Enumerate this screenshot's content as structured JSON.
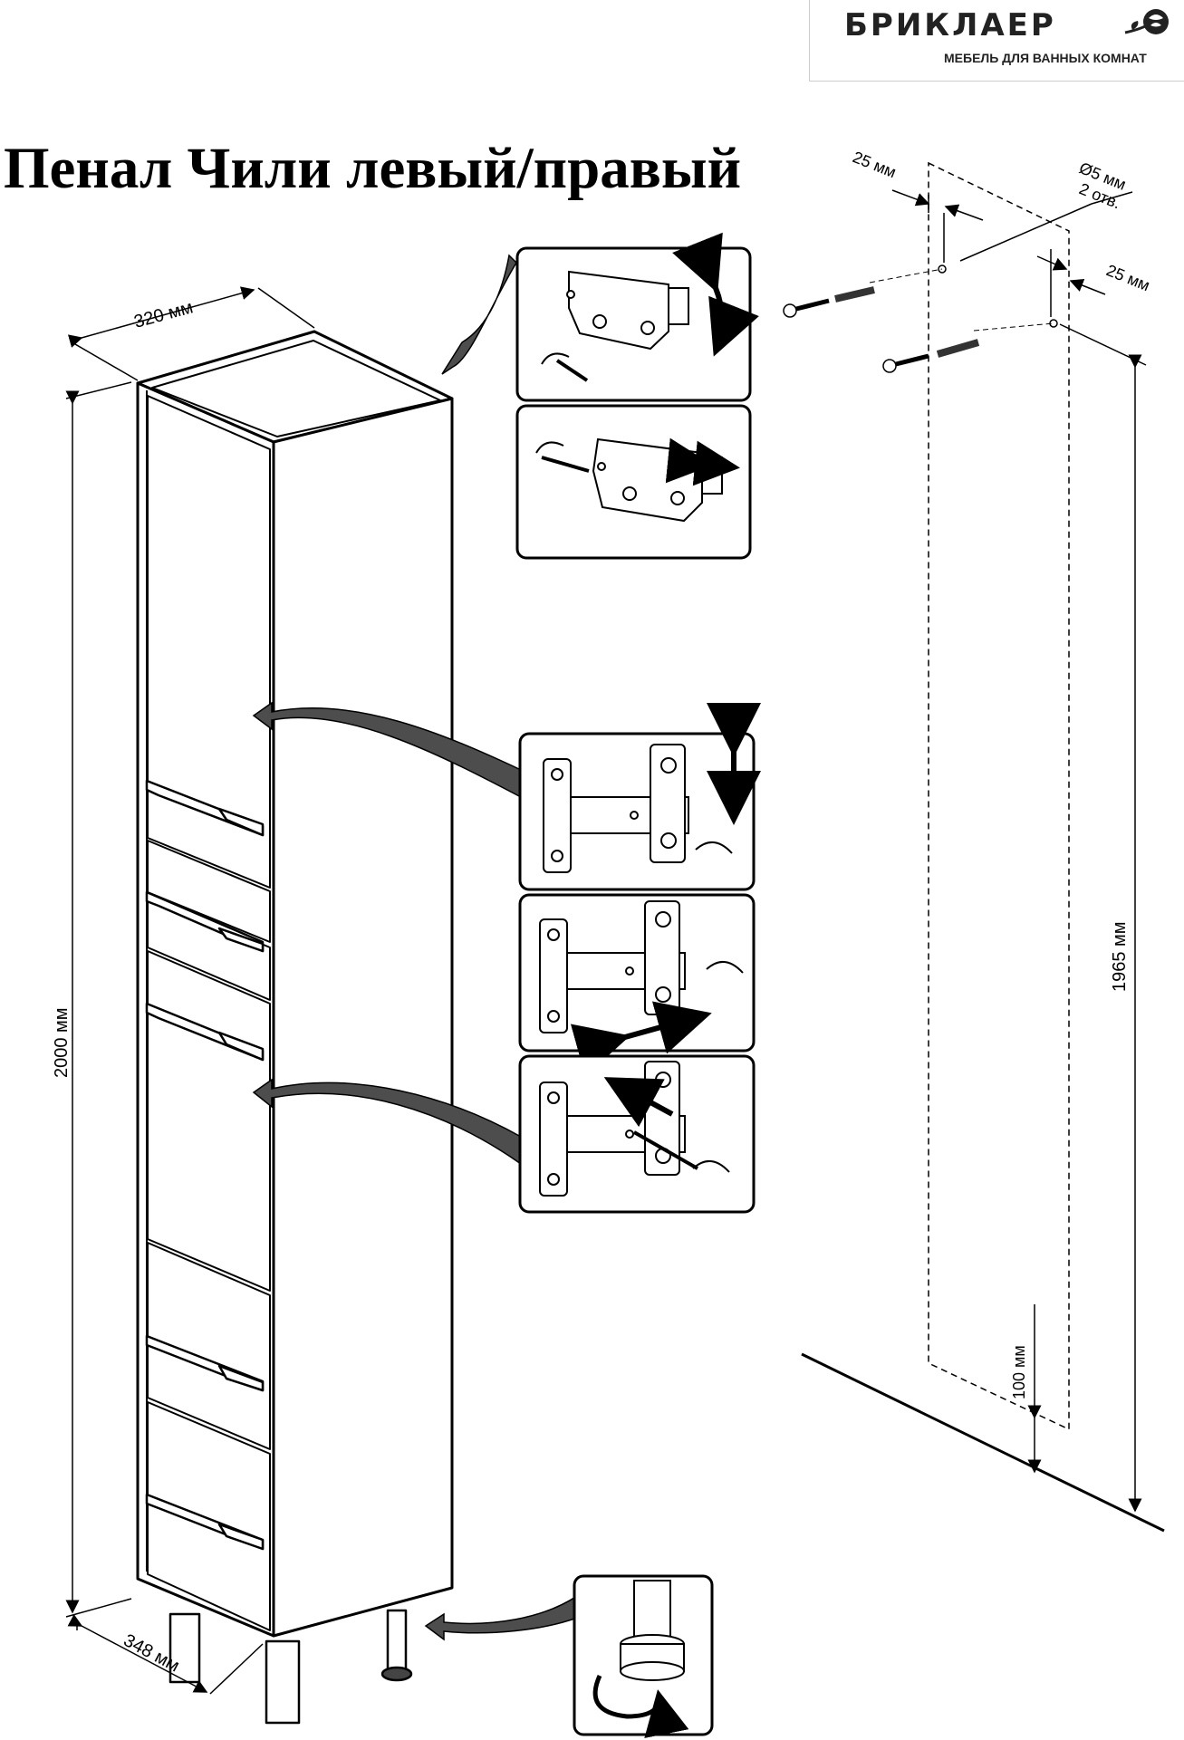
{
  "brand": {
    "name": "БРИКЛАЕР",
    "tagline": "МЕБЕЛЬ ДЛЯ ВАННЫХ КОМНАТ",
    "logo_icon": "rose-icon"
  },
  "title": "Пенал Чили левый/правый",
  "dimensions": {
    "width": "320 мм",
    "height": "2000 мм",
    "depth": "348 мм",
    "mount_height": "1965 мм",
    "floor_gap": "100 мм",
    "hole_offset_left": "25 мм",
    "hole_offset_right": "25 мм",
    "hole_diameter": "Ø5 мм",
    "hole_count": "2 отв."
  },
  "insets": [
    {
      "name": "catch-adjust-vertical",
      "icon": "push-latch-icon"
    },
    {
      "name": "catch-adjust-depth",
      "icon": "push-latch-icon"
    },
    {
      "name": "hinge-adjust-vertical",
      "icon": "hinge-icon"
    },
    {
      "name": "hinge-adjust-side",
      "icon": "hinge-icon"
    },
    {
      "name": "hinge-adjust-depth",
      "icon": "hinge-icon"
    },
    {
      "name": "leg-adjust",
      "icon": "adjustable-foot-icon"
    }
  ],
  "colors": {
    "arrow_fill": "#4d4d4d",
    "line": "#000000",
    "inset_border": "#000000"
  }
}
